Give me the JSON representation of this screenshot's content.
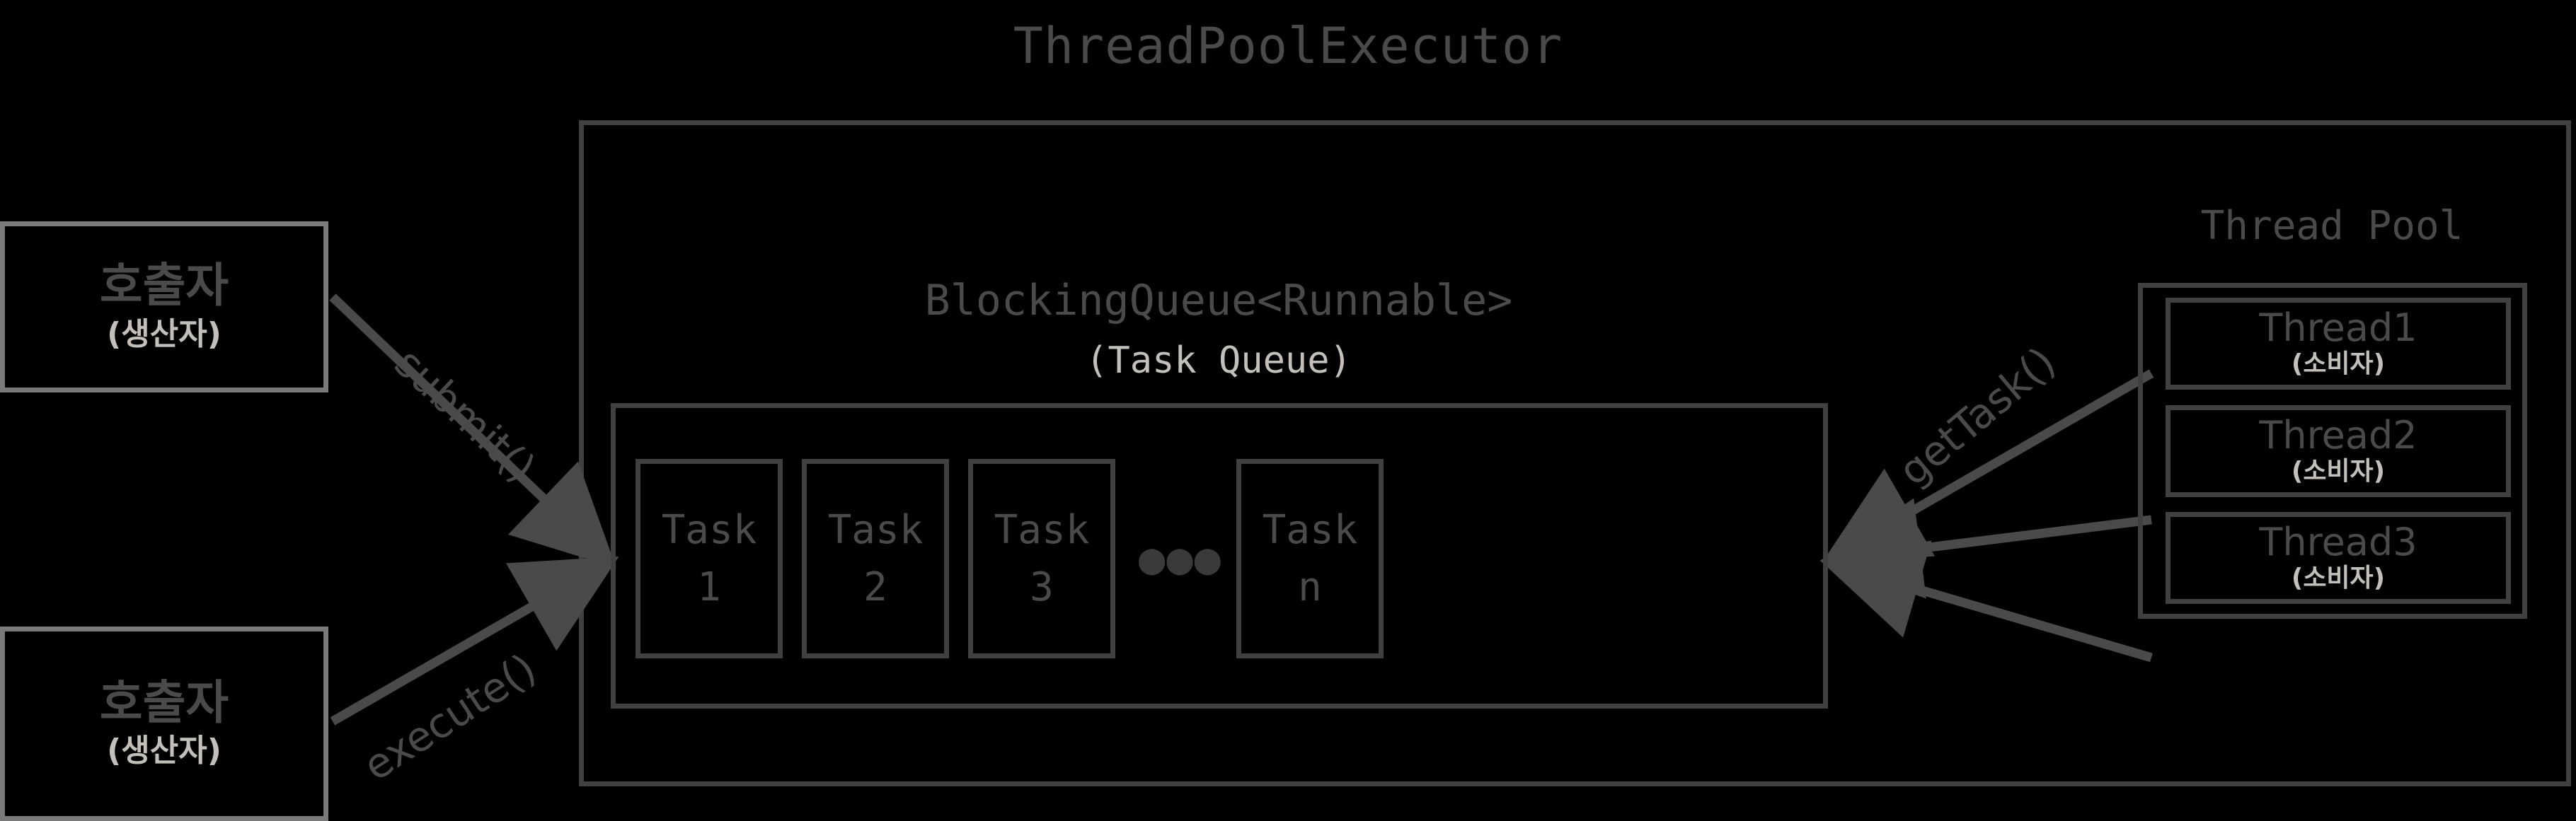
{
  "diagram": {
    "title": "ThreadPoolExecutor",
    "colors": {
      "background": "#000000",
      "stroke_dark": "#404040",
      "stroke_light": "#7a7a7a",
      "text_dark": "#4a4a4a",
      "text_light": "#c3c0bb"
    }
  },
  "callers": [
    {
      "title": "호출자",
      "subtitle": "(생산자)"
    },
    {
      "title": "호출자",
      "subtitle": "(생산자)"
    }
  ],
  "arrows": {
    "submit": "submit()",
    "execute": "execute()",
    "get_task": "getTask()"
  },
  "queue": {
    "title": "BlockingQueue<Runnable>",
    "subtitle": "(Task Queue)",
    "ellipsis": "●●●",
    "tasks": [
      {
        "label": "Task",
        "index": "1"
      },
      {
        "label": "Task",
        "index": "2"
      },
      {
        "label": "Task",
        "index": "3"
      },
      {
        "label": "Task",
        "index": "n"
      }
    ]
  },
  "thread_pool": {
    "title": "Thread Pool",
    "threads": [
      {
        "name": "Thread1",
        "role": "(소비자)"
      },
      {
        "name": "Thread2",
        "role": "(소비자)"
      },
      {
        "name": "Thread3",
        "role": "(소비자)"
      }
    ]
  }
}
